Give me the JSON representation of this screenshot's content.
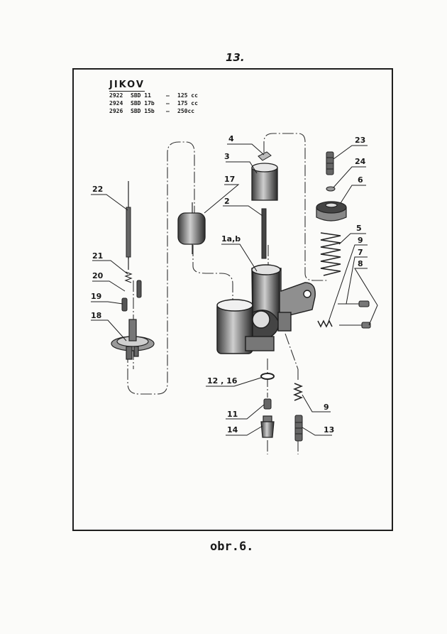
{
  "page": {
    "number": "13."
  },
  "legend": {
    "brand": "JIKOV",
    "models": [
      {
        "code": "2922",
        "model": "SBD 11",
        "dash": "–",
        "capacity": "125 cc"
      },
      {
        "code": "2924",
        "model": "SBD 17b",
        "dash": "–",
        "capacity": "175 cc"
      },
      {
        "code": "2926",
        "model": "SBD 15b",
        "dash": "–",
        "capacity": "250cc"
      }
    ]
  },
  "callouts": {
    "c1": "4",
    "c2": "3",
    "c3": "17",
    "c4": "2",
    "c5": "1a,b",
    "c6": "22",
    "c7": "21",
    "c8": "20",
    "c9": "19",
    "c10": "18",
    "c11": "23",
    "c12": "24",
    "c13": "6",
    "c14": "5",
    "c15": "9",
    "c16": "7",
    "c17": "8",
    "c18": "12 , 16",
    "c19": "9",
    "c20": "11",
    "c21": "14",
    "c22": "13"
  },
  "caption": "obr.6."
}
